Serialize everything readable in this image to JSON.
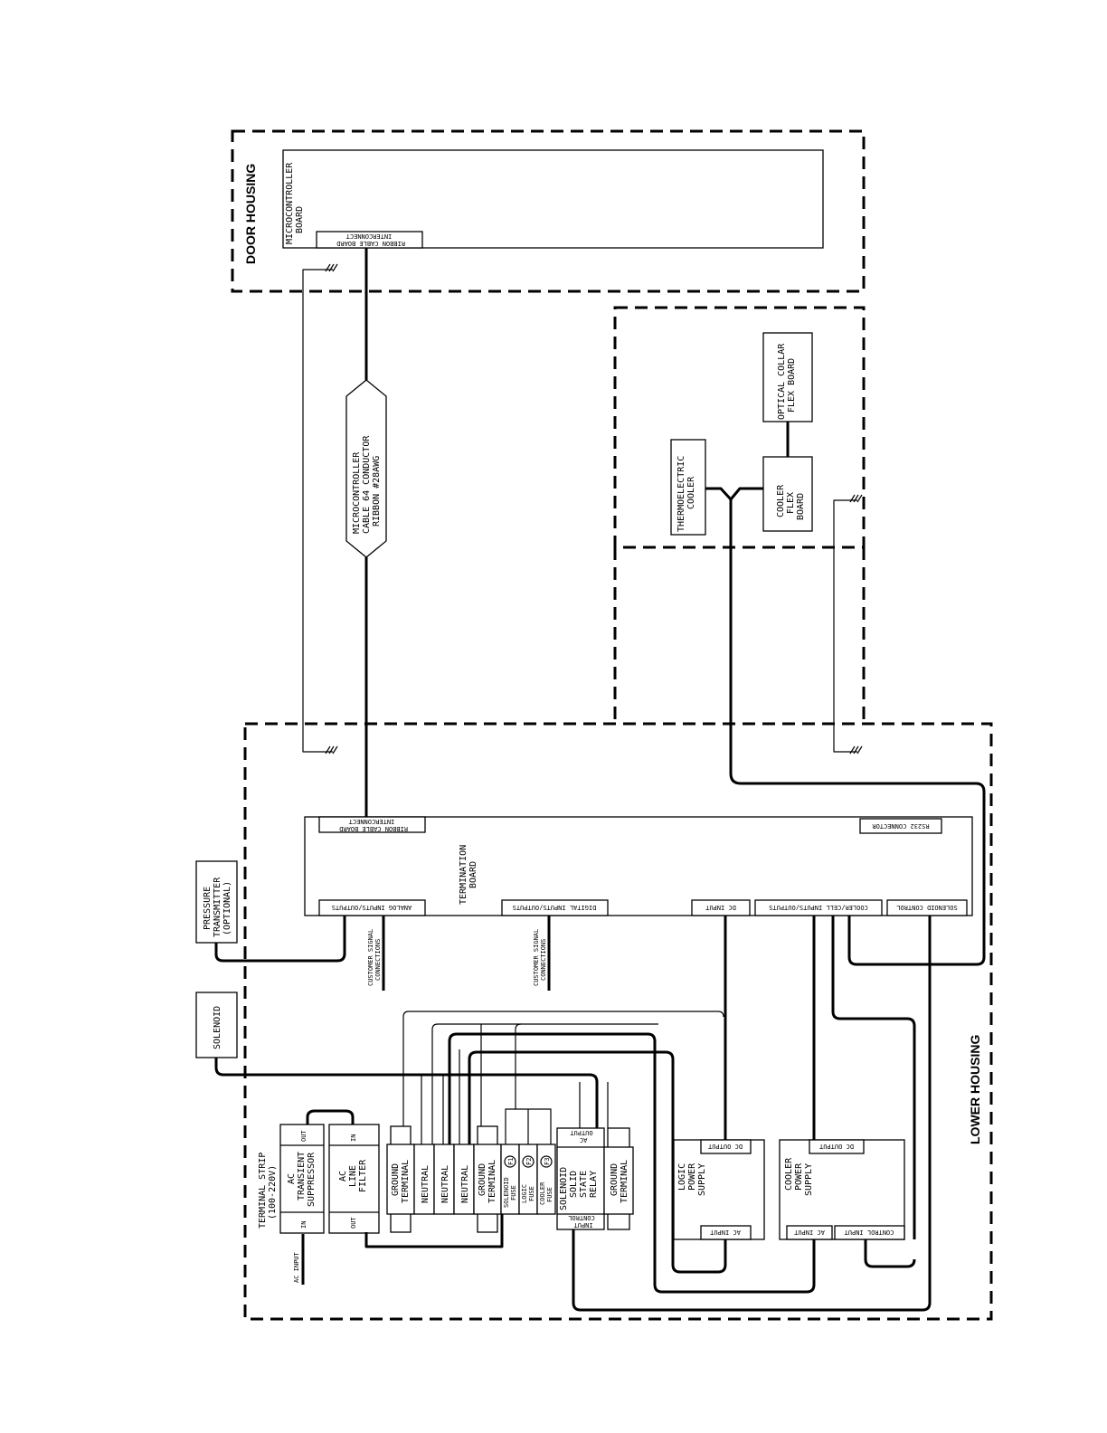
{
  "housings": {
    "door": "DOOR HOUSING",
    "lower": "LOWER HOUSING"
  },
  "boards": {
    "microcontroller": [
      "MICROCONTROLLER",
      "BOARD"
    ],
    "termination": [
      "TERMINATION",
      "BOARD"
    ],
    "thermoelectric": [
      "THERMOELECTRIC",
      "COOLER"
    ],
    "optical_collar": [
      "OPTICAL COLLAR",
      "FLEX BOARD"
    ],
    "cooler_flex": [
      "COOLER",
      "FLEX",
      "BOARD"
    ],
    "pressure_transmitter": [
      "PRESSURE",
      "TRANSMITTER",
      "(OPTIONAL)"
    ],
    "solenoid": "SOLENOID",
    "logic_power_supply": [
      "LOGIC",
      "POWER",
      "SUPPLY"
    ],
    "cooler_power_supply": [
      "COOLER",
      "POWER",
      "SUPPLY"
    ]
  },
  "cable": [
    "MICROCONTROLLER",
    "CABLE 64 CONDUCTOR",
    "RIBBON #28AWG"
  ],
  "connectors": {
    "ribbon_interconnect": [
      "RIBBON CABLE BOARD",
      "INTERCONNECT"
    ],
    "rs232": "RS232 CONNECTOR",
    "analog": "ANALOG INPUTS/OUTPUTS",
    "digital": "DIGITAL INPUTS/OUTPUTS",
    "dc_input": "DC INPUT",
    "cooler_cell": "COOLER/CELL INPUTS/OUTPUTS",
    "solenoid_control": "SOLENOID CONTROL",
    "dc_output": "DC OUTPUT",
    "ac_input": "AC INPUT",
    "control_input": "CONTROL INPUT",
    "control": "CONTROL",
    "input": "INPUT",
    "ac": "AC",
    "output": "OUTPUT"
  },
  "customer_signal": [
    "CUSTOMER SIGNAL",
    "CONNECTIONS"
  ],
  "terminal_strip": {
    "title": [
      "TERMINAL STRIP",
      "(100-220V)"
    ],
    "ac_input": "AC INPUT",
    "suppressor": [
      "AC",
      "TRANSIENT",
      "SUPPRESSOR"
    ],
    "filter": [
      "AC",
      "LINE",
      "FILTER"
    ],
    "in": "IN",
    "out": "OUT",
    "ground_terminal": [
      "GROUND",
      "TERMINAL"
    ],
    "neutral": "NEUTRAL",
    "solenoid_fuse": [
      "SOLENOID",
      "FUSE"
    ],
    "logic_fuse": [
      "LOGIC",
      "FUSE"
    ],
    "cooler_fuse": [
      "COOLER",
      "FUSE"
    ],
    "fuse_marks": [
      "F1",
      "F2",
      "F3"
    ],
    "ssr": [
      "SOLENOID",
      "SOLID",
      "STATE",
      "RELAY"
    ]
  }
}
